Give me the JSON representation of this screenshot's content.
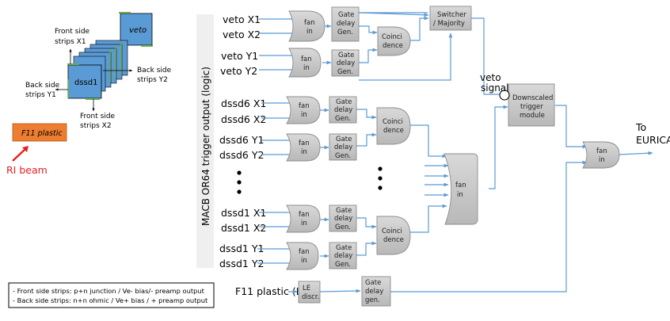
{
  "detector": {
    "veto_label": "veto",
    "dssd_label": "dssd1",
    "front_x1": [
      "Front side",
      "strips X1"
    ],
    "front_x2": [
      "Front side",
      "strips X2"
    ],
    "back_y1": [
      "Back side",
      "strips Y1"
    ],
    "back_y2": [
      "Back side",
      "strips Y2"
    ],
    "f11_plastic": "F11 plastic",
    "ri_beam": "RI beam",
    "colors": {
      "detector_fill": "#5b9bd5",
      "edge_green": "#70ad47",
      "plastic_fill": "#ed7d31",
      "beam_red": "#e81e1e"
    }
  },
  "side_label": "MACB OR64 trigger output (logic)",
  "inputs": {
    "veto": [
      "veto X1",
      "veto X2",
      "veto Y1",
      "veto Y2"
    ],
    "dssd6": [
      "dssd6 X1",
      "dssd6 X2",
      "dssd6 Y1",
      "dssd6 Y2"
    ],
    "dssd1": [
      "dssd1 X1",
      "dssd1 X2",
      "dssd1 Y1",
      "dssd1 Y2"
    ],
    "f11": "F11 plastic (L/R)"
  },
  "modules": {
    "fan_in": [
      "fan",
      "in"
    ],
    "gate_delay": [
      "Gate",
      "delay",
      "Gen."
    ],
    "gate_delay_lower": [
      "Gate",
      "delay",
      "gen."
    ],
    "coincidence": [
      "Coinci",
      "dence"
    ],
    "switcher": [
      "Switcher",
      "/ Majority"
    ],
    "downscaled": [
      "Downscaled",
      "trigger",
      "module"
    ],
    "le_discr": [
      "LE",
      "discr."
    ]
  },
  "veto_signal": [
    "veto",
    "signal"
  ],
  "output": [
    "To",
    "EURICA"
  ],
  "notes": [
    "- Front side strips: p+n junction / Ve- bias/- preamp output",
    "- Back side strips:  n+n ohmic / Ve+ bias / + preamp output"
  ],
  "colors": {
    "wire": "#5b9bd5",
    "module_fill": "#c8c8c8",
    "side_panel": "#f0f0f0"
  }
}
